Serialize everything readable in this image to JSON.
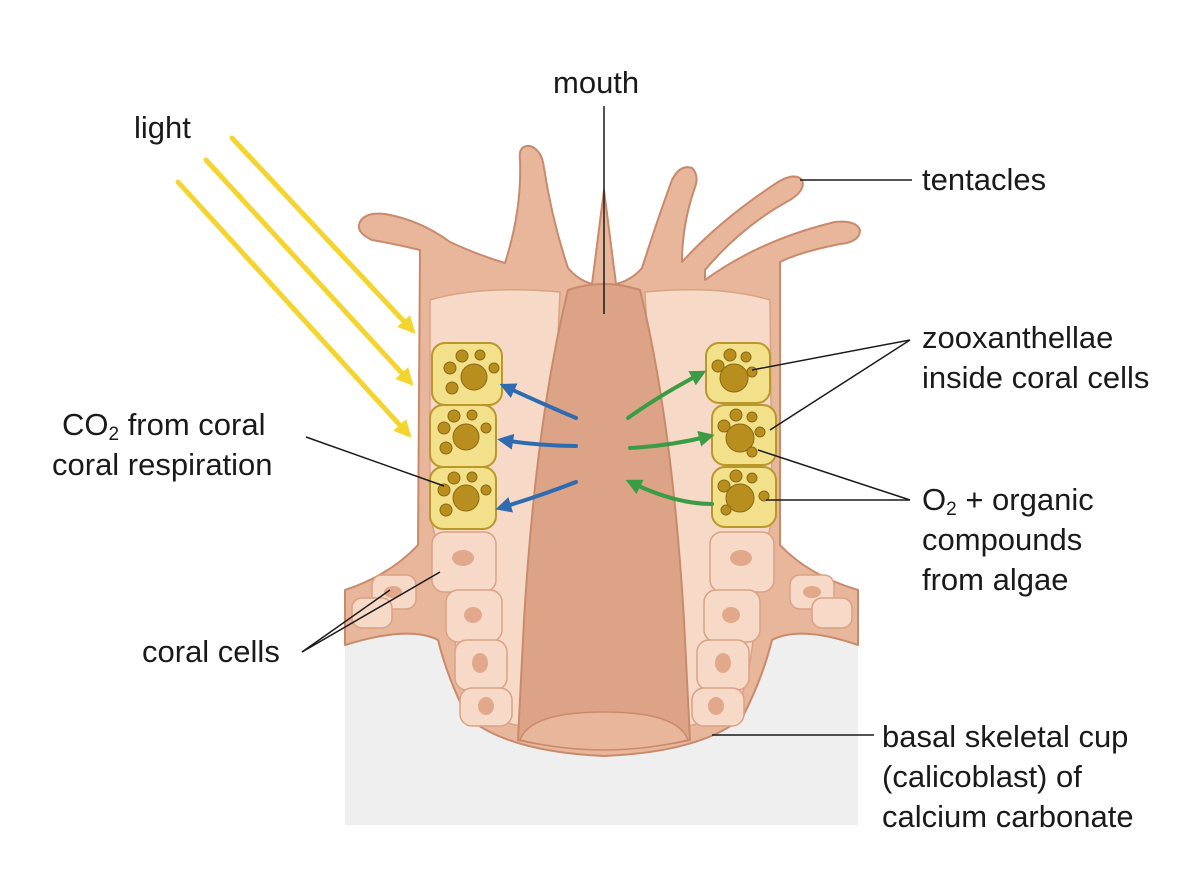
{
  "labels": {
    "mouth": "mouth",
    "light": "light",
    "tentacles": "tentacles",
    "zooxanthellae_line1": "zooxanthellae",
    "zooxanthellae_line2": "inside coral cells",
    "co2_prefix": "CO",
    "co2_subscript": "2",
    "co2_line1_rest": " from coral",
    "co2_line2": "coral respiration",
    "o2_prefix": "O",
    "o2_subscript": "2",
    "o2_line1_rest": " + organic",
    "o2_line2": "compounds",
    "o2_line3": "from algae",
    "coral_cells": "coral cells",
    "basal_line1": "basal skeletal cup",
    "basal_line2": "(calicoblast) of",
    "basal_line3": "calcium carbonate"
  },
  "colors": {
    "tissue": "#e8b69a",
    "tissue_light": "#f6d9c7",
    "tissue_outline": "#c98a6c",
    "gut": "#dca386",
    "skeleton_bg": "#efefef",
    "algae_cell_fill": "#f3e08a",
    "algae_cell_stroke": "#b9972a",
    "algae": "#b88e1e",
    "light_ray": "#f4d530",
    "co2_arrow": "#2e6bb0",
    "o2_arrow": "#3c9c45",
    "leader_line": "#1a1a1a",
    "text": "#1a1a1a"
  }
}
